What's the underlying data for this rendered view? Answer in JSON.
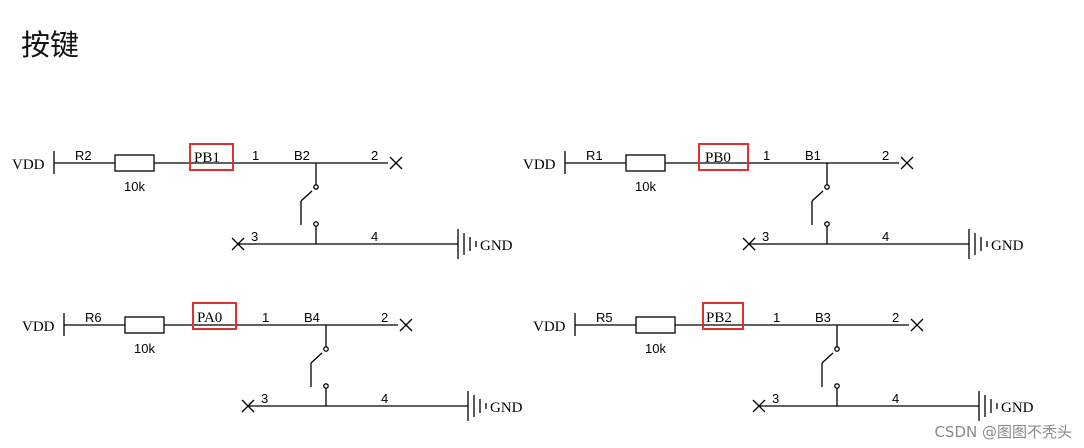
{
  "heading": "按键",
  "circuits": [
    {
      "vdd": "VDD",
      "resistor": "R2",
      "value": "10k",
      "port": "PB1",
      "pin1": "1",
      "key": "B2",
      "pin2": "2",
      "pin3": "3",
      "pin4": "4",
      "gnd": "GND"
    },
    {
      "vdd": "VDD",
      "resistor": "R1",
      "value": "10k",
      "port": "PB0",
      "pin1": "1",
      "key": "B1",
      "pin2": "2",
      "pin3": "3",
      "pin4": "4",
      "gnd": "GND"
    },
    {
      "vdd": "VDD",
      "resistor": "R6",
      "value": "10k",
      "port": "PA0",
      "pin1": "1",
      "key": "B4",
      "pin2": "2",
      "pin3": "3",
      "pin4": "4",
      "gnd": "GND"
    },
    {
      "vdd": "VDD",
      "resistor": "R5",
      "value": "10k",
      "port": "PB2",
      "pin1": "1",
      "key": "B3",
      "pin2": "2",
      "pin3": "3",
      "pin4": "4",
      "gnd": "GND"
    }
  ],
  "colors": {
    "wire": "#000000",
    "highlight": "#e03030"
  },
  "watermark": "CSDN @图图不秃头"
}
